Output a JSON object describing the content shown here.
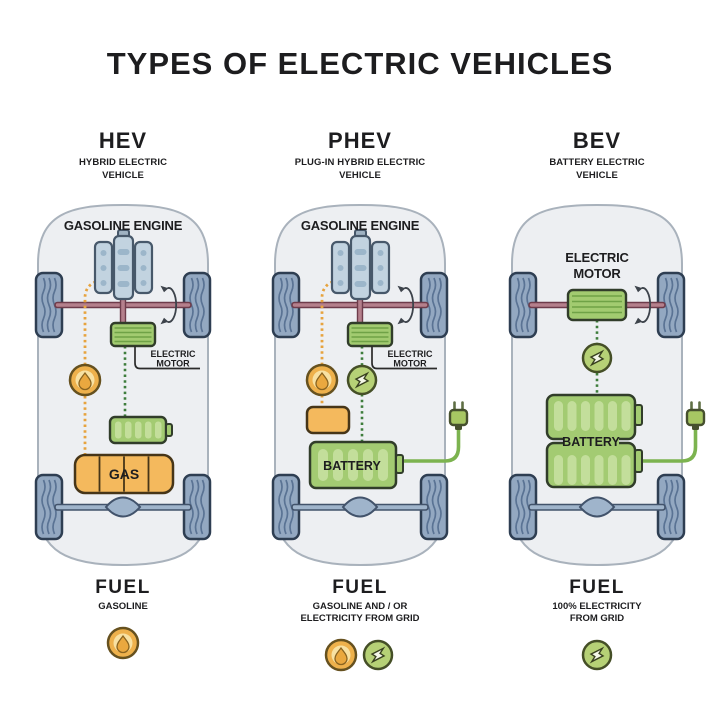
{
  "title": "TYPES OF ELECTRIC VEHICLES",
  "vehicles": [
    {
      "abbr": "HEV",
      "name1": "HYBRID ELECTRIC",
      "name2": "VEHICLE",
      "top_label": "GASOLINE ENGINE",
      "callout1": "ELECTRIC",
      "callout2": "MOTOR",
      "tank_label": "GAS",
      "fuel_title": "FUEL",
      "fuel_desc1": "GASOLINE",
      "fuel_desc2": "",
      "fuel_icons": [
        "fuel-drop"
      ]
    },
    {
      "abbr": "PHEV",
      "name1": "PLUG-IN HYBRID ELECTRIC",
      "name2": "VEHICLE",
      "top_label": "GASOLINE ENGINE",
      "callout1": "ELECTRIC",
      "callout2": "MOTOR",
      "battery_label": "BATTERY",
      "fuel_title": "FUEL",
      "fuel_desc1": "GASOLINE AND / OR",
      "fuel_desc2": "ELECTRICITY FROM GRID",
      "fuel_icons": [
        "fuel-drop",
        "electricity"
      ]
    },
    {
      "abbr": "BEV",
      "name1": "BATTERY ELECTRIC",
      "name2": "VEHICLE",
      "motor1": "ELECTRIC",
      "motor2": "MOTOR",
      "battery_label": "BATTERY",
      "fuel_title": "FUEL",
      "fuel_desc1": "100% ELECTRICITY",
      "fuel_desc2": "FROM GRID",
      "fuel_icons": [
        "electricity"
      ]
    }
  ],
  "colors": {
    "background": "#ffffff",
    "text": "#1d1d1f",
    "car_body_fill": "#edeff2",
    "car_body_stroke": "#a9b2bc",
    "wheel_fill": "#93a8c1",
    "wheel_stroke": "#2e3e52",
    "front_axle": "#b5808c",
    "front_axle_stroke": "#6e3c4b",
    "rear_axle": "#9fb4cb",
    "rear_axle_stroke": "#42536b",
    "engine_fill": "#c2d3e0",
    "engine_stroke": "#47586a",
    "motor_fill": "#a2cb70",
    "battery_fill": "#a3cb72",
    "battery_cell": "#c3de9b",
    "gas_tank_fill": "#f4b95d",
    "fuel_line_orange": "#e7a33e",
    "electric_line_green": "#3e7d3c",
    "plug_cord_green": "#7cb34f",
    "fuel_icon_ring": "#eeb14c",
    "electricity_icon_fill": "#b6d176"
  }
}
